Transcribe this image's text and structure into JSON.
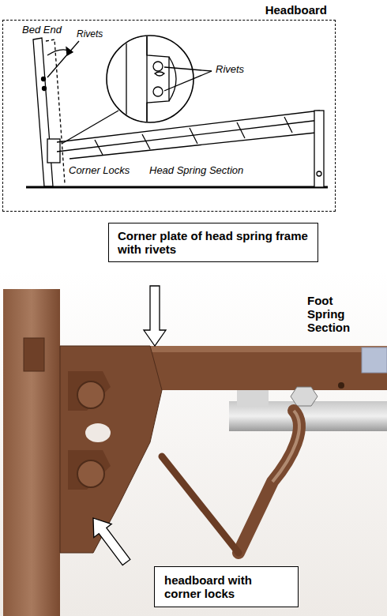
{
  "diagram": {
    "nodes": [
      {
        "text": [
          "Headboard"
        ]
      },
      {
        "text": [
          "Corner plate of head spring frame with rivets"
        ]
      },
      {
        "text": [
          "headboard with corner locks"
        ]
      }
    ],
    "labels": [
      "Bed End",
      "Rivets",
      "Rivets",
      "Corner Locks",
      "Head Spring Section",
      "Foot Spring Section"
    ]
  }
}
